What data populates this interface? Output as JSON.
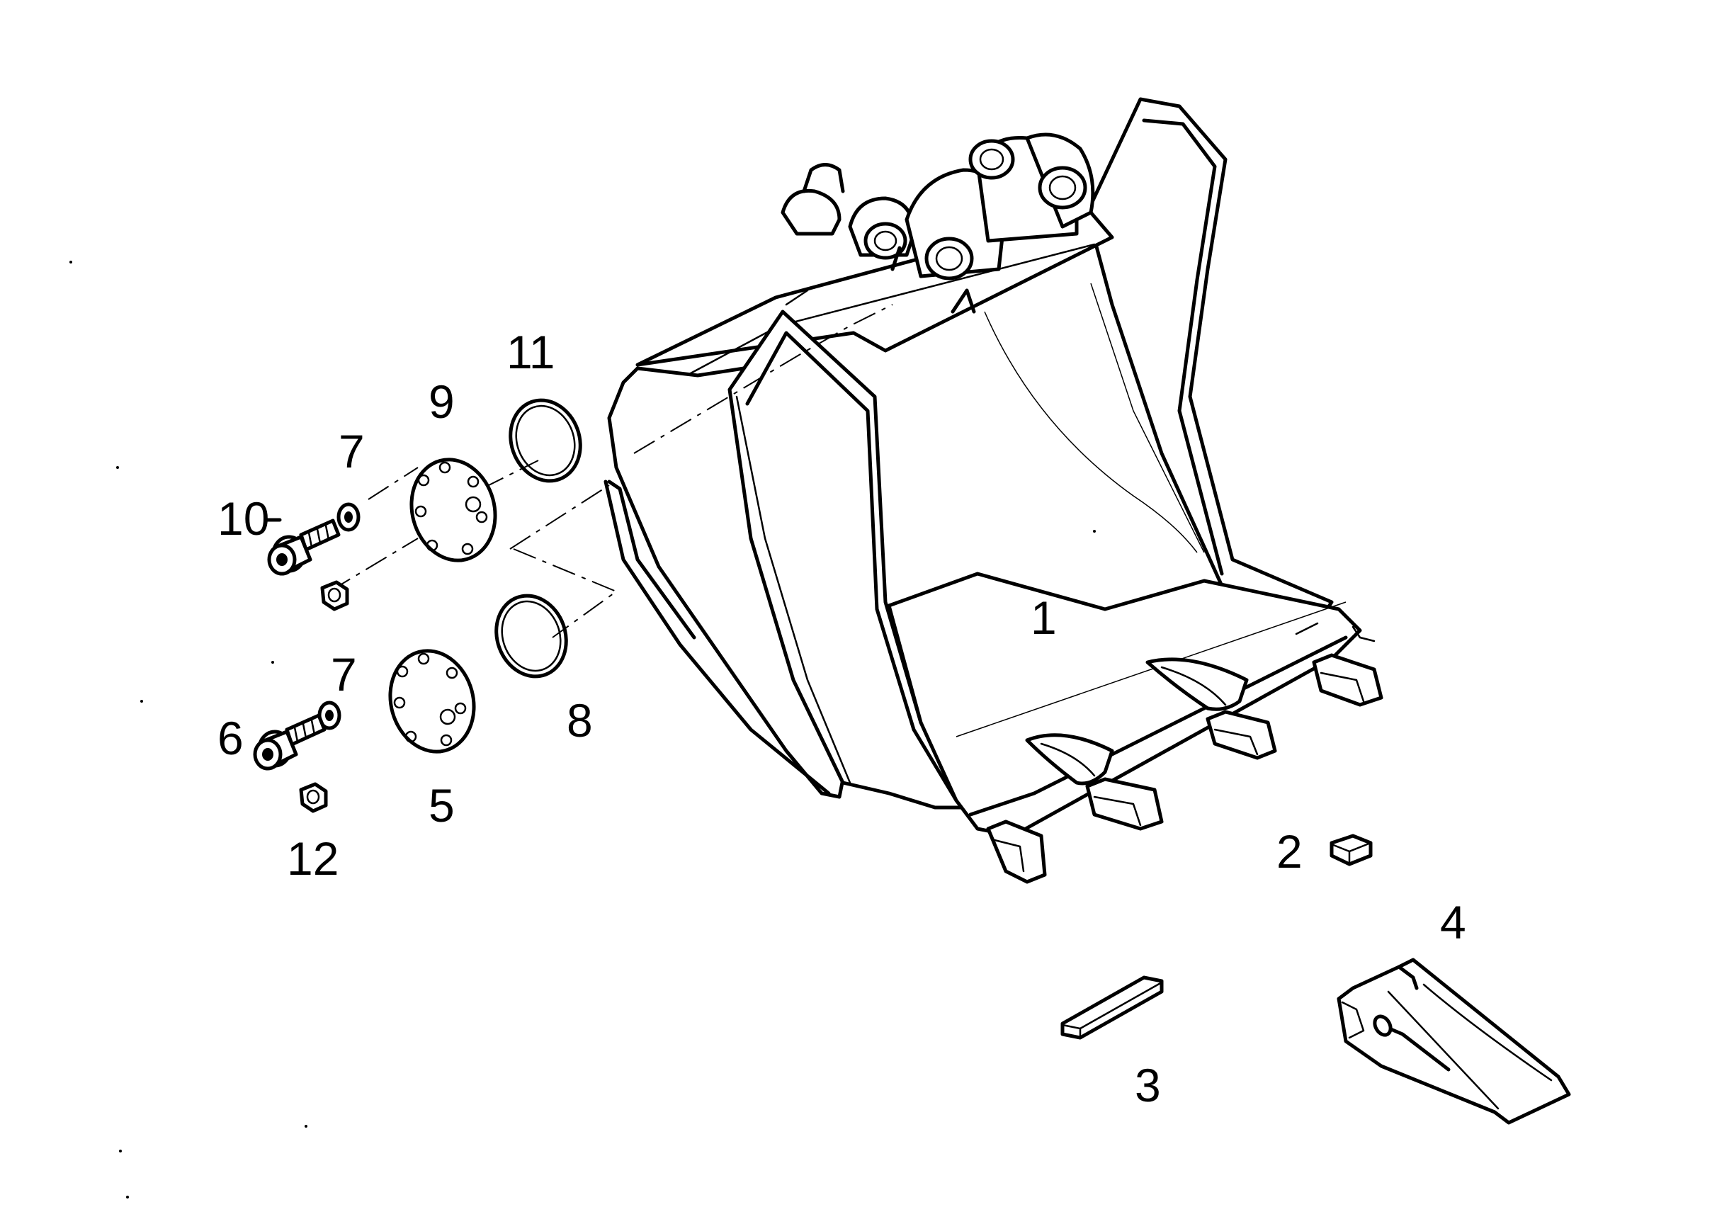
{
  "callouts": {
    "c1": "1",
    "c2": "2",
    "c3": "3",
    "c4": "4",
    "c5": "5",
    "c6": "6",
    "c7a": "7",
    "c7b": "7",
    "c8": "8",
    "c9": "9",
    "c10": "10",
    "c11": "11",
    "c12": "12"
  },
  "colors": {
    "line": "#000000",
    "background": "#ffffff"
  }
}
